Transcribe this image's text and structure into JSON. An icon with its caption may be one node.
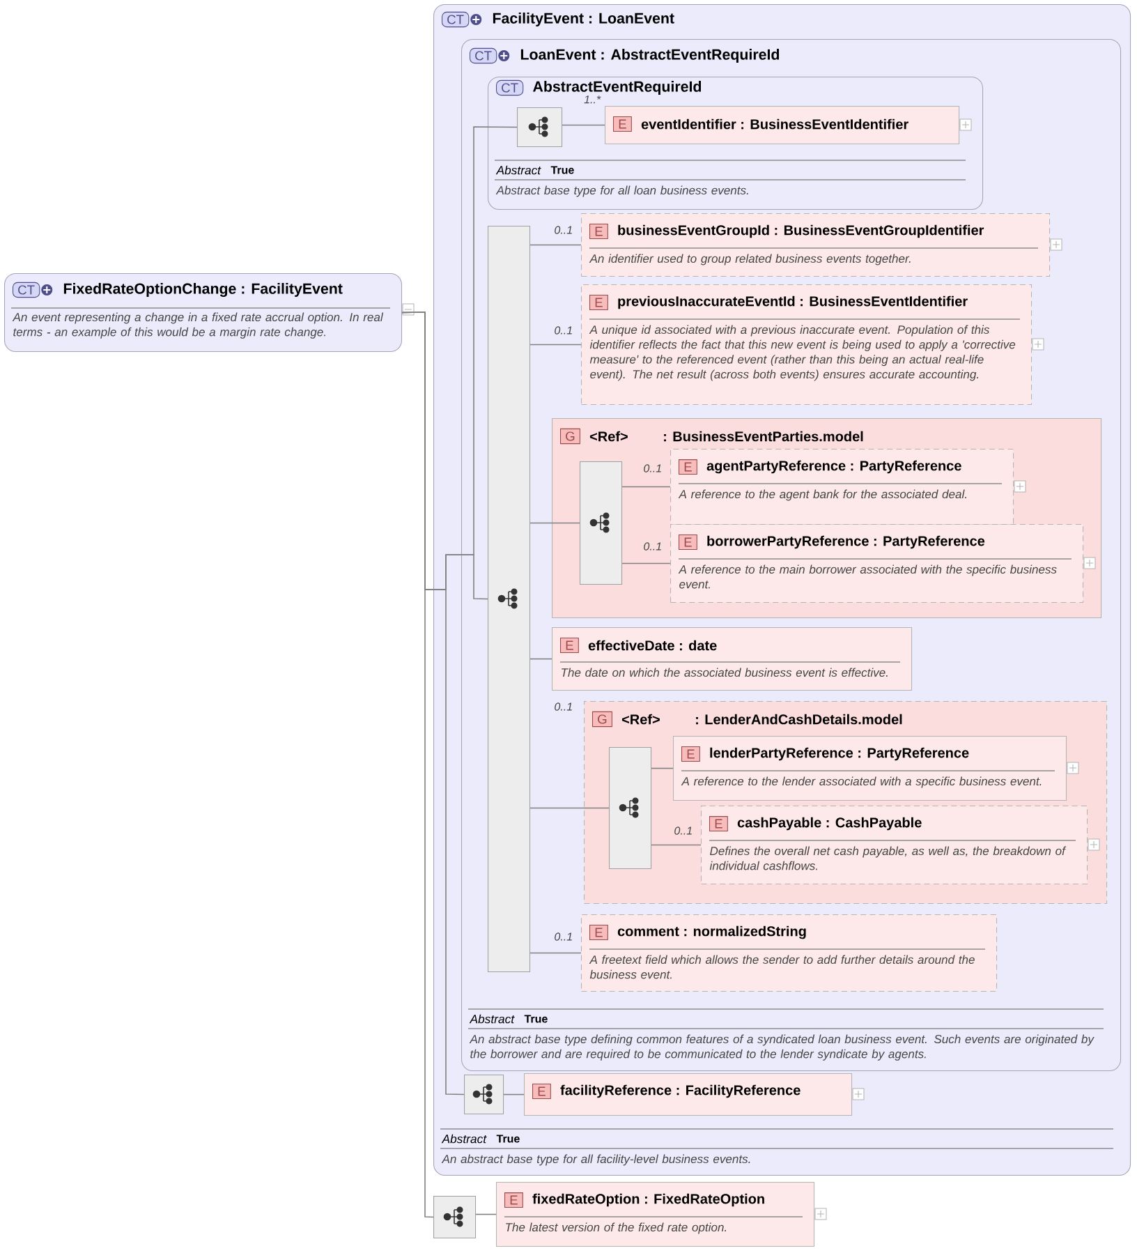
{
  "diagram": {
    "nodes": [
      {
        "text": [
          "CT",
          "FixedRateOptionChange : FacilityEvent",
          "An event representing a change in a fixed rate accrual option. In real terms - an example of this would be a margin rate change."
        ]
      },
      {
        "text": [
          "CT",
          "FacilityEvent : LoanEvent",
          "Abstract",
          "True",
          "An abstract base type for all facility-level business events."
        ]
      },
      {
        "text": [
          "CT",
          "LoanEvent : AbstractEventRequireId",
          "Abstract",
          "True",
          "An abstract base type defining common features of a syndicated loan business event. Such events are originated by the borrower and are required to be communicated to the lender syndicate by agents."
        ],
        "in": 1
      },
      {
        "text": [
          "CT",
          "AbstractEventRequireId",
          "Abstract",
          "True",
          "Abstract base type for all loan business events."
        ],
        "in": 2
      },
      {
        "text": [],
        "shape": "box",
        "in": 3
      },
      {
        "text": [
          "E",
          "eventIdentifier : BusinessEventIdentifier"
        ],
        "beside": [
          "1..*"
        ],
        "in": 3
      },
      {
        "text": [],
        "shape": "box",
        "in": 2
      },
      {
        "text": [
          "E",
          "businessEventGroupId : BusinessEventGroupIdentifier",
          "An identifier used to group related business events together."
        ],
        "beside": [
          "0..1"
        ],
        "in": 2
      },
      {
        "text": [
          "E",
          "previousInaccurateEventId : BusinessEventIdentifier",
          "A unique id associated with a previous inaccurate event. Population of this identifier reflects the fact that this new event is being used to apply a 'corrective measure' to the referenced event (rather than this being an actual real-life event). The net result (across both events) ensures accurate accounting."
        ],
        "beside": [
          "0..1"
        ],
        "in": 2
      },
      {
        "text": [
          "G",
          "<Ref>",
          ": BusinessEventParties.model"
        ],
        "in": 2
      },
      {
        "text": [],
        "shape": "box",
        "in": 9
      },
      {
        "text": [
          "E",
          "agentPartyReference : PartyReference",
          "A reference to the agent bank for the associated deal."
        ],
        "beside": [
          "0..1"
        ],
        "in": 9
      },
      {
        "text": [
          "E",
          "borrowerPartyReference : PartyReference",
          "A reference to the main borrower associated with the specific business event."
        ],
        "beside": [
          "0..1"
        ],
        "in": 9
      },
      {
        "text": [
          "E",
          "effectiveDate : date",
          "The date on which the associated business event is effective."
        ],
        "in": 2
      },
      {
        "text": [
          "G",
          "<Ref>",
          ": LenderAndCashDetails.model"
        ],
        "beside": [
          "0..1"
        ],
        "in": 2
      },
      {
        "text": [],
        "shape": "box",
        "in": 14
      },
      {
        "text": [
          "E",
          "lenderPartyReference : PartyReference",
          "A reference to the lender associated with a specific business event."
        ],
        "in": 14
      },
      {
        "text": [
          "E",
          "cashPayable : CashPayable",
          "Defines the overall net cash payable, as well as, the breakdown of individual cashflows."
        ],
        "beside": [
          "0..1"
        ],
        "in": 14
      },
      {
        "text": [
          "E",
          "comment : normalizedString",
          "A freetext field which allows the sender to add further details around the business event."
        ],
        "beside": [
          "0..1"
        ],
        "in": 2
      },
      {
        "text": [],
        "shape": "box",
        "in": 1
      },
      {
        "text": [
          "E",
          "facilityReference : FacilityReference"
        ],
        "in": 1
      },
      {
        "text": [],
        "shape": "box"
      },
      {
        "text": [
          "E",
          "fixedRateOption : FixedRateOption",
          "The latest version of the fixed rate option."
        ]
      }
    ],
    "edges": [
      {
        "from": 0,
        "to": 4,
        "arrow": "none"
      },
      {
        "from": 0,
        "to": 6,
        "arrow": "none"
      },
      {
        "from": 0,
        "to": 19,
        "arrow": "none"
      },
      {
        "from": 0,
        "to": 21,
        "arrow": "none"
      },
      {
        "from": 4,
        "to": 5,
        "arrow": "none"
      },
      {
        "from": 6,
        "to": 7,
        "arrow": "none"
      },
      {
        "from": 6,
        "to": 8,
        "arrow": "none"
      },
      {
        "from": 6,
        "to": 10,
        "arrow": "none"
      },
      {
        "from": 6,
        "to": 13,
        "arrow": "none"
      },
      {
        "from": 6,
        "to": 15,
        "arrow": "none"
      },
      {
        "from": 6,
        "to": 18,
        "arrow": "none"
      },
      {
        "from": 10,
        "to": 11,
        "arrow": "none"
      },
      {
        "from": 10,
        "to": 12,
        "arrow": "none"
      },
      {
        "from": 15,
        "to": 16,
        "arrow": "none"
      },
      {
        "from": 15,
        "to": 17,
        "arrow": "none"
      },
      {
        "from": 19,
        "to": 20,
        "arrow": "none"
      },
      {
        "from": 21,
        "to": 22,
        "arrow": "none"
      }
    ]
  }
}
